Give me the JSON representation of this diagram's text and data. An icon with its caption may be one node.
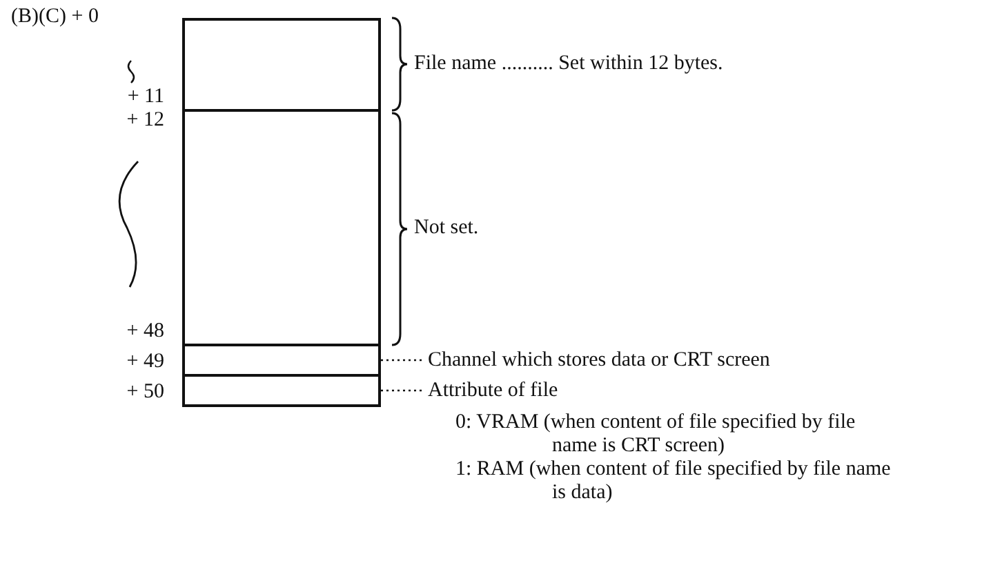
{
  "diagram": {
    "nodes": [
      {
        "text": [],
        "shape": "box"
      },
      {
        "text": [],
        "shape": "box"
      },
      {
        "text": [],
        "shape": "box"
      },
      {
        "text": [],
        "shape": "box"
      },
      {
        "text": [
          "Channel which stores data or CRT screen"
        ]
      },
      {
        "text": [
          "Attribute of file"
        ]
      }
    ],
    "edges": [
      {
        "from": 2,
        "to": 4,
        "arrow": "none",
        "style": "dashed"
      },
      {
        "from": 3,
        "to": 5,
        "arrow": "none",
        "style": "dashed"
      }
    ],
    "labels": [
      "(B)(C) + 0",
      "File name .......... Set within 12 bytes.",
      "+ 11",
      "+ 12",
      "Not set.",
      "+ 48",
      "+ 49",
      "+ 50",
      "0: VRAM (when content of file specified by file name is CRT screen)",
      "1: RAM (when content of file specified by file name is data)"
    ]
  }
}
